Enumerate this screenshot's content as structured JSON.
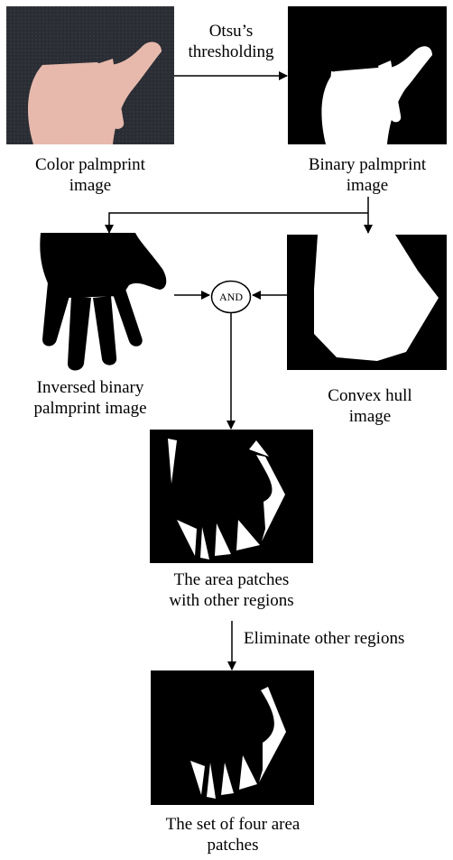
{
  "labels": {
    "otsu": [
      "Otsu’s",
      "thresholding"
    ],
    "color": [
      "Color palmprint",
      "image"
    ],
    "binary": [
      "Binary palmprint",
      "image"
    ],
    "inversed": [
      "Inversed binary",
      "palmprint image"
    ],
    "convex": [
      "Convex hull",
      "image"
    ],
    "and": "AND",
    "patches": [
      "The area patches",
      "with other regions"
    ],
    "eliminate": "Eliminate other regions",
    "four": [
      "The set of four area",
      "patches"
    ]
  },
  "colors": {
    "skin": "#e7b9ad",
    "backdrop": "#2a2d33",
    "black": "#000000",
    "white": "#ffffff"
  }
}
